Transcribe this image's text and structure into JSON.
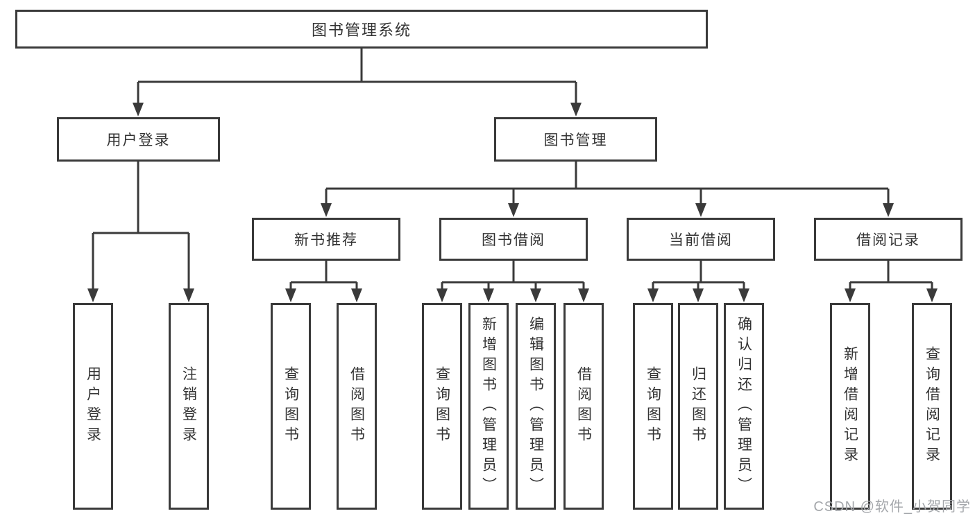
{
  "diagram": {
    "label": "图书管理系统",
    "children": [
      {
        "label": "用户登录",
        "children": [
          {
            "label": "用户登录"
          },
          {
            "label": "注销登录"
          }
        ]
      },
      {
        "label": "图书管理",
        "children": [
          {
            "label": "新书推荐",
            "children": [
              {
                "label": "查询图书"
              },
              {
                "label": "借阅图书"
              }
            ]
          },
          {
            "label": "图书借阅",
            "children": [
              {
                "label": "查询图书"
              },
              {
                "label": "新增图书（管理员）"
              },
              {
                "label": "编辑图书（管理员）"
              },
              {
                "label": "借阅图书"
              }
            ]
          },
          {
            "label": "当前借阅",
            "children": [
              {
                "label": "查询图书"
              },
              {
                "label": "归还图书"
              },
              {
                "label": "确认归还（管理员）"
              }
            ]
          },
          {
            "label": "借阅记录",
            "children": [
              {
                "label": "新增借阅记录"
              },
              {
                "label": "查询借阅记录"
              }
            ]
          }
        ]
      }
    ]
  },
  "watermark": {
    "text": "CSDN @软件_小贺同学"
  },
  "colors": {
    "line": "#3a3a3a",
    "box_border": "#3a3a3a",
    "text": "#333333",
    "watermark": "#a4a7ab",
    "background": "#ffffff"
  }
}
